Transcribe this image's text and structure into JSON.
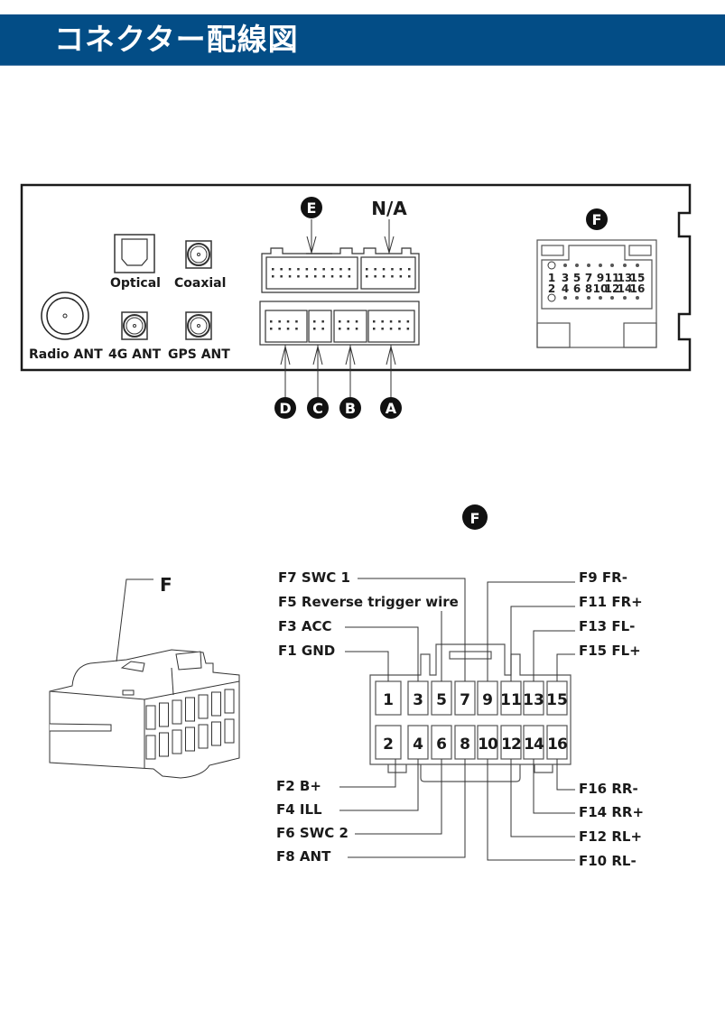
{
  "header": {
    "title": "コネクター配線図"
  },
  "panel": {
    "ports": {
      "optical": "Optical",
      "coaxial": "Coaxial",
      "radio_ant": "Radio ANT",
      "ant_4g": "4G ANT",
      "gps_ant": "GPS ANT"
    },
    "badges": {
      "e": "E",
      "na": "N/A",
      "f": "F",
      "d": "D",
      "c": "C",
      "b": "B",
      "a": "A"
    },
    "f_socket_pins_top": [
      "1",
      "3",
      "5",
      "7",
      "9",
      "11",
      "13",
      "15"
    ],
    "f_socket_pins_bottom": [
      "2",
      "4",
      "6",
      "8",
      "10",
      "12",
      "14",
      "16"
    ]
  },
  "pinout": {
    "badge": "F",
    "connector_label": "F",
    "top_row": [
      "1",
      "3",
      "5",
      "7",
      "9",
      "11",
      "13",
      "15"
    ],
    "bottom_row": [
      "2",
      "4",
      "6",
      "8",
      "10",
      "12",
      "14",
      "16"
    ],
    "left_top_labels": [
      {
        "pin": "F7",
        "name": "SWC 1"
      },
      {
        "pin": "F5",
        "name": "Reverse trigger wire"
      },
      {
        "pin": "F3",
        "name": "ACC"
      },
      {
        "pin": "F1",
        "name": "GND"
      }
    ],
    "right_top_labels": [
      {
        "pin": "F9",
        "name": "FR-"
      },
      {
        "pin": "F11",
        "name": "FR+"
      },
      {
        "pin": "F13",
        "name": "FL-"
      },
      {
        "pin": "F15",
        "name": "FL+"
      }
    ],
    "left_bottom_labels": [
      {
        "pin": "F2",
        "name": "B+"
      },
      {
        "pin": "F4",
        "name": "ILL"
      },
      {
        "pin": "F6",
        "name": "SWC 2"
      },
      {
        "pin": "F8",
        "name": "ANT"
      }
    ],
    "right_bottom_labels": [
      {
        "pin": "F16",
        "name": "RR-"
      },
      {
        "pin": "F14",
        "name": "RR+"
      },
      {
        "pin": "F12",
        "name": "RL+"
      },
      {
        "pin": "F10",
        "name": "RL-"
      }
    ]
  }
}
